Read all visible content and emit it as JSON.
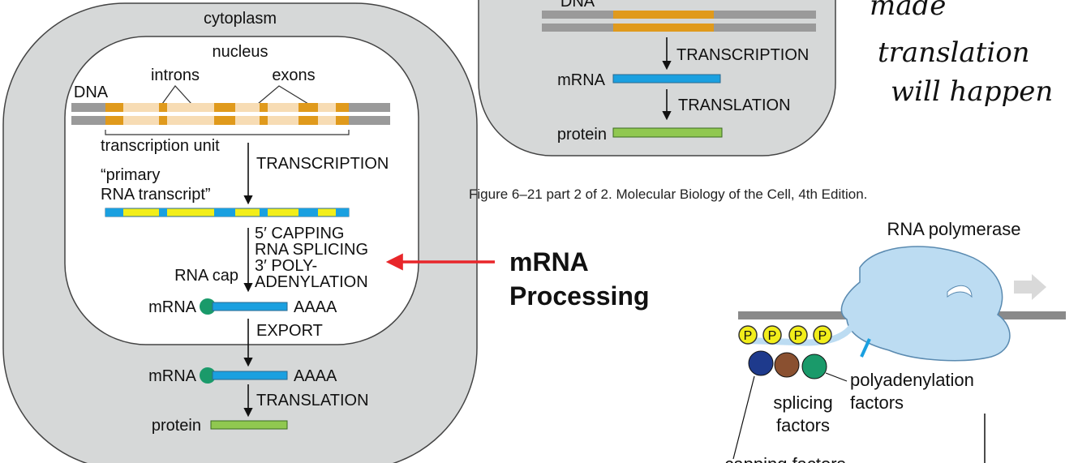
{
  "left_panel": {
    "cytoplasm": "cytoplasm",
    "nucleus": "nucleus",
    "introns": "introns",
    "exons": "exons",
    "dna": "DNA",
    "transcription_unit": "transcription unit",
    "transcription": "TRANSCRIPTION",
    "primary_1": "“primary",
    "primary_2": "RNA transcript”",
    "capping": "5′ CAPPING",
    "splicing": "RNA SPLICING",
    "poly": "3′ POLY-",
    "adenylation": "ADENYLATION",
    "rna_cap": "RNA cap",
    "mrna": "mRNA",
    "aaaa": "AAAA",
    "export": "EXPORT",
    "translation": "TRANSLATION",
    "protein": "protein"
  },
  "callout": {
    "line1": "mRNA",
    "line2": "Processing"
  },
  "top_panel": {
    "dna": "DNA",
    "transcription": "TRANSCRIPTION",
    "mrna": "mRNA",
    "translation": "TRANSLATION",
    "protein": "protein"
  },
  "figure_caption": "Figure 6–21 part 2 of 2. Molecular Biology of the Cell, 4th Edition.",
  "handwriting": {
    "line1": "made",
    "line2": "translation",
    "line3": "will happen"
  },
  "polymerase_panel": {
    "rna_polymerase": "RNA polymerase",
    "p1": "P",
    "p2": "P",
    "p3": "P",
    "p4": "P",
    "polyadenylation": "polyadenylation",
    "factors": "factors",
    "splicing": "splicing",
    "splicing_factors": "factors",
    "capping_factors": "capping factors"
  },
  "colors": {
    "dna_gray": "#9a9a9a",
    "exon_orange": "#e09a1c",
    "intron_tan": "#f7dcb4",
    "rna_blue": "#1aa0e0",
    "rna_yellow": "#f2ee1a",
    "protein_green": "#90c850",
    "cap_green": "#1a9a6a",
    "cytoplasm_gray": "#d6d8d8",
    "arrow_red": "#e8262a",
    "polymerase_blue": "#bcdcf2"
  }
}
